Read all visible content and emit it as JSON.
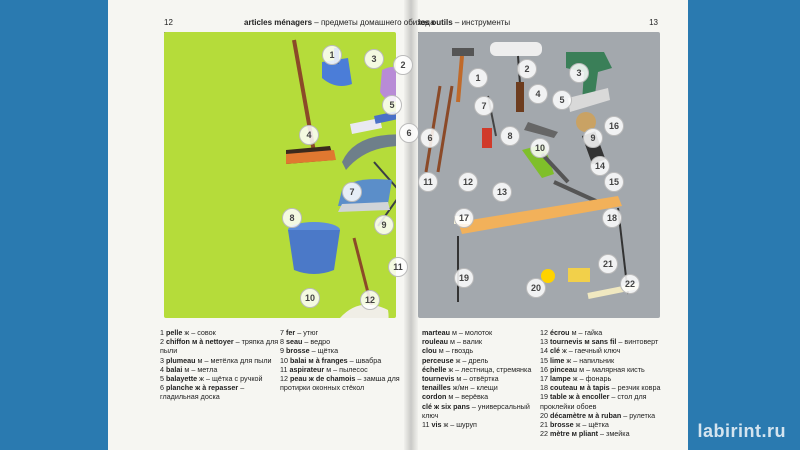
{
  "left_page": {
    "page_number": "12",
    "header_bold": "articles ménagers",
    "header_rest": " – предметы домашнего обихода"
  },
  "right_page": {
    "page_number": "13",
    "header_bold": "les outils",
    "header_rest": " – инструменты"
  },
  "left_col1": [
    {
      "num": "1",
      "fr": "pelle",
      "gender": " ж",
      "ru": " – совок"
    },
    {
      "num": "2",
      "fr": "chiffon м à nettoyer",
      "gender": "",
      "ru": " – тряпка для пыли"
    },
    {
      "num": "3",
      "fr": "plumeau",
      "gender": " м",
      "ru": " – метёлка для пыли"
    },
    {
      "num": "4",
      "fr": "balai",
      "gender": " м",
      "ru": " – метла"
    },
    {
      "num": "5",
      "fr": "balayette",
      "gender": " ж",
      "ru": " – щётка с ручкой"
    },
    {
      "num": "6",
      "fr": "planche ж à repasser",
      "gender": "",
      "ru": " – гладильная доска"
    }
  ],
  "left_col2": [
    {
      "num": "7",
      "fr": "fer",
      "gender": "",
      "ru": " – утюг"
    },
    {
      "num": "8",
      "fr": "seau",
      "gender": "",
      "ru": " – ведро"
    },
    {
      "num": "9",
      "fr": "brosse",
      "gender": "",
      "ru": " – щётка"
    },
    {
      "num": "10",
      "fr": "balai м à franges",
      "gender": "",
      "ru": " – швабра"
    },
    {
      "num": "11",
      "fr": "aspirateur",
      "gender": " м",
      "ru": " – пылесос"
    },
    {
      "num": "12",
      "fr": "peau ж de chamois",
      "gender": "",
      "ru": " – замша для протирки оконных стёкол"
    }
  ],
  "right_col1": [
    {
      "num": "",
      "fr": "marteau",
      "gender": " м",
      "ru": " – молоток"
    },
    {
      "num": "",
      "fr": "rouleau",
      "gender": " м",
      "ru": " – валик"
    },
    {
      "num": "",
      "fr": "clou",
      "gender": " м",
      "ru": " – гвоздь"
    },
    {
      "num": "",
      "fr": "perceuse",
      "gender": " ж",
      "ru": " – дрель"
    },
    {
      "num": "",
      "fr": "échelle",
      "gender": " ж",
      "ru": " – лестница, стремянка"
    },
    {
      "num": "",
      "fr": "tournevis",
      "gender": " м",
      "ru": " – отвёртка"
    },
    {
      "num": "",
      "fr": "tenailles",
      "gender": " ж/мн",
      "ru": " – клещи"
    },
    {
      "num": "",
      "fr": "cordon",
      "gender": " м",
      "ru": " – верёвка"
    },
    {
      "num": "",
      "fr": "clé ж six pans",
      "gender": "",
      "ru": " – универсальный ключ"
    },
    {
      "num": "11",
      "fr": "vis",
      "gender": " ж",
      "ru": " – шуруп"
    }
  ],
  "right_col2": [
    {
      "num": "12",
      "fr": "écrou",
      "gender": " м",
      "ru": " – гайка"
    },
    {
      "num": "13",
      "fr": "tournevis м sans fil",
      "gender": "",
      "ru": " – винтоверт"
    },
    {
      "num": "14",
      "fr": "clé",
      "gender": " ж",
      "ru": " – гаечный ключ"
    },
    {
      "num": "15",
      "fr": "lime",
      "gender": " ж",
      "ru": " – напильник"
    },
    {
      "num": "16",
      "fr": "pinceau",
      "gender": " м",
      "ru": " – малярная кисть"
    },
    {
      "num": "17",
      "fr": "lampe",
      "gender": " ж",
      "ru": " – фонарь"
    },
    {
      "num": "18",
      "fr": "couteau м à tapis",
      "gender": "",
      "ru": " – резчик ковра"
    },
    {
      "num": "19",
      "fr": "table ж à encoller",
      "gender": "",
      "ru": " – стол для проклейки обоев"
    },
    {
      "num": "20",
      "fr": "décamètre м à ruban",
      "gender": "",
      "ru": " – рулетка"
    },
    {
      "num": "21",
      "fr": "brosse",
      "gender": " ж",
      "ru": " – щётка"
    },
    {
      "num": "22",
      "fr": "mètre м pliant",
      "gender": "",
      "ru": " – змейка"
    }
  ],
  "left_labels": [
    "1",
    "2",
    "3",
    "4",
    "5",
    "6",
    "7",
    "8",
    "9",
    "10",
    "11",
    "12"
  ],
  "right_labels": [
    "1",
    "2",
    "3",
    "4",
    "5",
    "6",
    "7",
    "8",
    "9",
    "10",
    "11",
    "12",
    "13",
    "14",
    "15",
    "16",
    "17",
    "18",
    "19",
    "20",
    "21",
    "22"
  ],
  "watermark": "labirint.ru",
  "colors": {
    "green_plate": "#b5dc3a",
    "grey_plate": "#a3a8ad",
    "background": "#2a7ab0"
  }
}
